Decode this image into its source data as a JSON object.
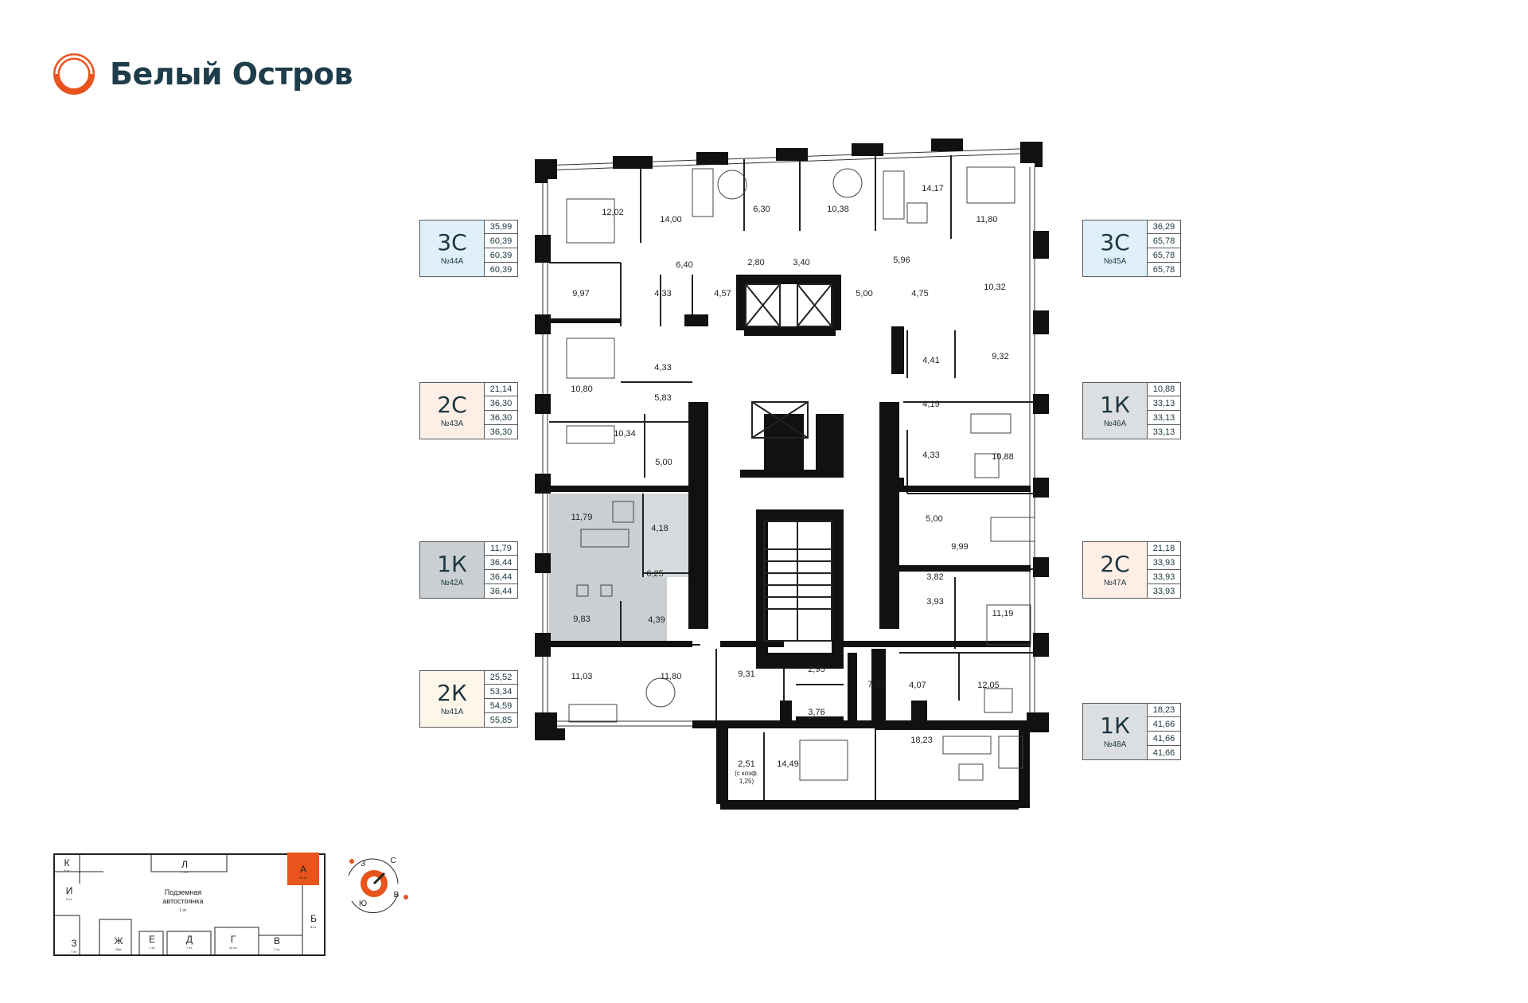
{
  "brand": {
    "name": "Белый Остров"
  },
  "colors": {
    "accent": "#e8541c",
    "wall": "#111111",
    "blue": "#dff0fa",
    "peach": "#fdeee6",
    "cream": "#fdf7ea",
    "selected": "#c9cfd2"
  },
  "units": [
    {
      "type": "3С",
      "number": "№44А",
      "areas": [
        "35,99",
        "60,39",
        "60,39",
        "60,39"
      ],
      "color": "#dff0fa"
    },
    {
      "type": "2С",
      "number": "№43А",
      "areas": [
        "21,14",
        "36,30",
        "36,30",
        "36,30"
      ],
      "color": "#fdeee6"
    },
    {
      "type": "1К",
      "number": "№42А",
      "areas": [
        "11,79",
        "36,44",
        "36,44",
        "36,44"
      ],
      "color": "#c9cfd2"
    },
    {
      "type": "2К",
      "number": "№41А",
      "areas": [
        "25,52",
        "53,34",
        "54,59",
        "55,85"
      ],
      "color": "#fdf7ea"
    },
    {
      "type": "3С",
      "number": "№45А",
      "areas": [
        "36,29",
        "65,78",
        "65,78",
        "65,78"
      ],
      "color": "#dff0fa"
    },
    {
      "type": "1К",
      "number": "№46А",
      "areas": [
        "10,88",
        "33,13",
        "33,13",
        "33,13"
      ],
      "color": "#dcdfe1"
    },
    {
      "type": "2С",
      "number": "№47А",
      "areas": [
        "21,18",
        "33,93",
        "33,93",
        "33,93"
      ],
      "color": "#fdeee6"
    },
    {
      "type": "1К",
      "number": "№48А",
      "areas": [
        "18,23",
        "41,66",
        "41,66",
        "41,66"
      ],
      "color": "#dcdfe1"
    }
  ],
  "rooms": [
    "12,02",
    "14,00",
    "6,30",
    "10,38",
    "14,17",
    "11,80",
    "6,40",
    "2,80",
    "3,40",
    "5,96",
    "9,97",
    "4,33",
    "4,57",
    "5,00",
    "4,75",
    "10,32",
    "4,33",
    "10,80",
    "5,83",
    "4,41",
    "9,32",
    "4,19",
    "10,34",
    "5,00",
    "4,33",
    "10,88",
    "11,79",
    "4,18",
    "5,00",
    "6,25",
    "9,99",
    "3,82",
    "9,83",
    "4,39",
    "3,93",
    "11,19",
    "11,03",
    "11,80",
    "9,31",
    "2,95",
    "7,31",
    "4,07",
    "12,05",
    "3,76",
    "2,51",
    "(с коэф.",
    "1,25)",
    "14,49",
    "18,23"
  ],
  "keymap": {
    "buildings": [
      {
        "letter": "К",
        "floors": "5 эт."
      },
      {
        "letter": "Л",
        "floors": "7 эт."
      },
      {
        "letter": "А",
        "floors": "20 эт."
      },
      {
        "letter": "И",
        "floors": "5 эт."
      },
      {
        "letter": "Б",
        "floors": "8 эт."
      },
      {
        "letter": "З",
        "floors": "7 эт."
      },
      {
        "letter": "Ж",
        "floors": "25эт."
      },
      {
        "letter": "Е",
        "floors": "7 эт."
      },
      {
        "letter": "Д",
        "floors": "7 эт."
      },
      {
        "letter": "Г",
        "floors": "20 эт."
      },
      {
        "letter": "В",
        "floors": "7 эт."
      }
    ],
    "parking": {
      "line1": "Подземная",
      "line2": "автостоянка",
      "floors": "1 эт."
    }
  },
  "compass": {
    "n": "С",
    "s": "Ю",
    "e": "В",
    "w": "З"
  }
}
